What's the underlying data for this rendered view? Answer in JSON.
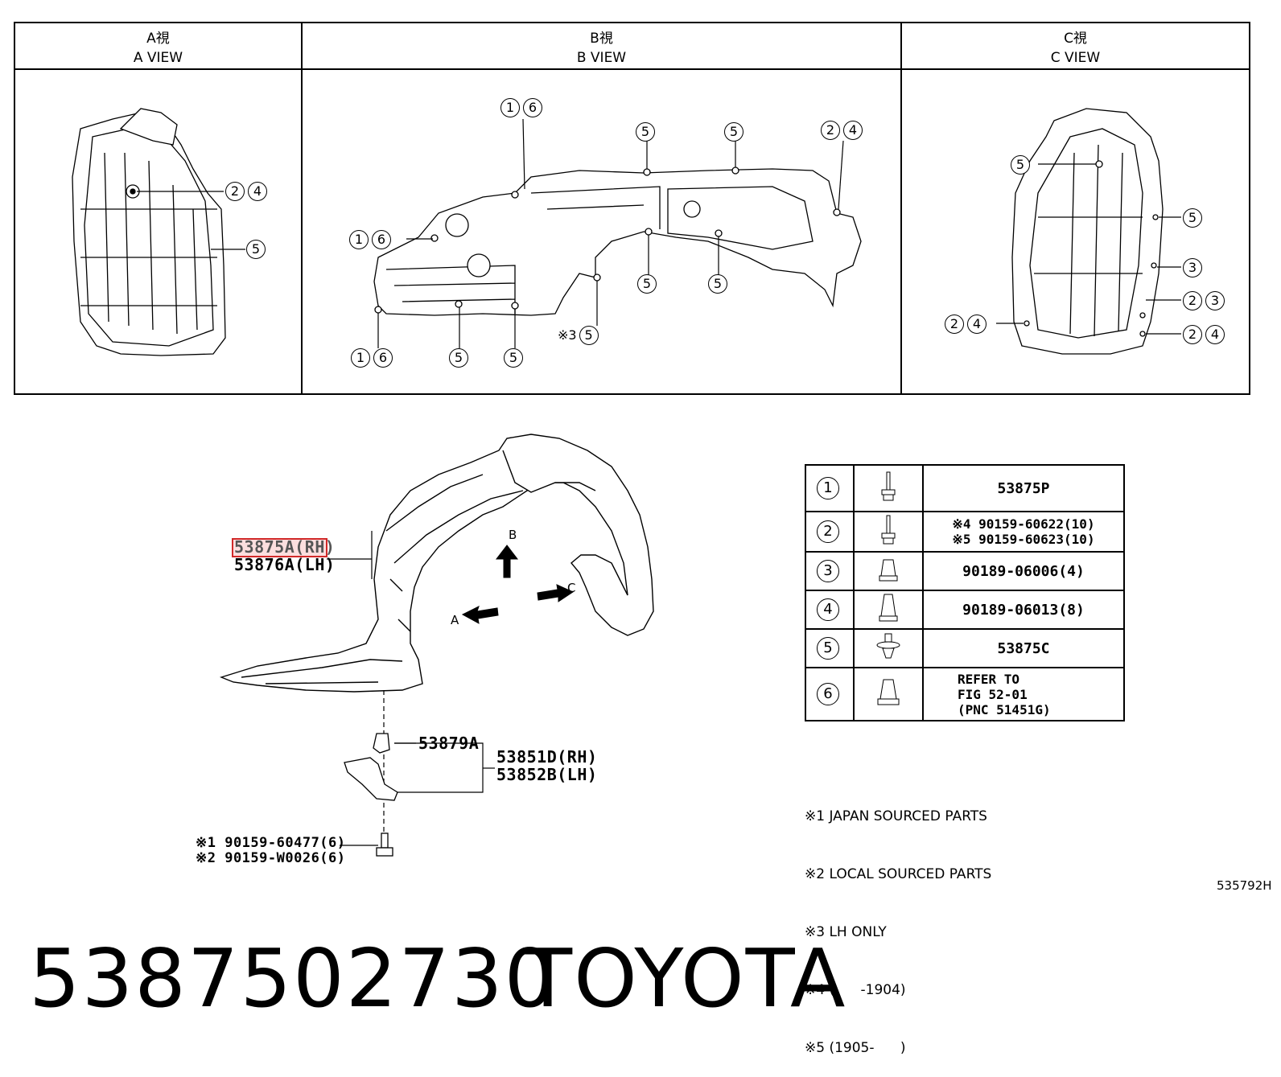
{
  "views": [
    {
      "jp": "A視",
      "en": "A VIEW"
    },
    {
      "jp": "B視",
      "en": "B VIEW"
    },
    {
      "jp": "C視",
      "en": "C VIEW"
    }
  ],
  "bubbles": {
    "a_24": [
      "2",
      "4"
    ],
    "a_5": [
      "5"
    ],
    "b_16_top": [
      "1",
      "6"
    ],
    "b_5_top1": [
      "5"
    ],
    "b_5_top2": [
      "5"
    ],
    "b_24_top": [
      "2",
      "4"
    ],
    "b_16_left": [
      "1",
      "6"
    ],
    "b_5_mid1": [
      "5"
    ],
    "b_5_mid2": [
      "5"
    ],
    "b_16_bottom": [
      "1",
      "6"
    ],
    "b_5_bot1": [
      "5"
    ],
    "b_5_bot2": [
      "5"
    ],
    "b_x3_5": [
      "5"
    ],
    "b_x3_label": "※3",
    "c_5_top": [
      "5"
    ],
    "c_5_right": [
      "5"
    ],
    "c_3": [
      "3"
    ],
    "c_23": [
      "2",
      "3"
    ],
    "c_24_left": [
      "2",
      "4"
    ],
    "c_24_right": [
      "2",
      "4"
    ]
  },
  "main_parts": {
    "liner_rh": "53875A(RH)",
    "liner_lh": "53876A(LH)",
    "clip": "53879A",
    "bracket_rh": "53851D(RH)",
    "bracket_lh": "53852B(LH)",
    "bolt1": "※1 90159-60477(6)",
    "bolt2": "※2 90159-W0026(6)",
    "arrow_a": "A",
    "arrow_b": "B",
    "arrow_c": "C"
  },
  "legend": [
    {
      "num": "1",
      "icon": "bolt-icon",
      "lines": [
        "53875P"
      ]
    },
    {
      "num": "2",
      "icon": "screw-icon",
      "lines": [
        "※4 90159-60622(10)",
        "※5 90159-60623(10)"
      ]
    },
    {
      "num": "3",
      "icon": "nut-clip-icon",
      "lines": [
        "90189-06006(4)"
      ]
    },
    {
      "num": "4",
      "icon": "nut-clip-tall-icon",
      "lines": [
        "90189-06013(8)"
      ]
    },
    {
      "num": "5",
      "icon": "push-clip-icon",
      "lines": [
        "53875C"
      ]
    },
    {
      "num": "6",
      "icon": "clip-icon",
      "lines": [
        "REFER TO",
        "FIG 52-01",
        "(PNC 51451G)"
      ]
    }
  ],
  "notes": [
    "※1 JAPAN SOURCED PARTS",
    "※2 LOCAL SOURCED PARTS",
    "※3 LH ONLY",
    "※4 (      -1904)",
    "※5 (1905-      )"
  ],
  "figure_code": "535792H",
  "part_number": "5387502730",
  "brand": "TOYOTA"
}
